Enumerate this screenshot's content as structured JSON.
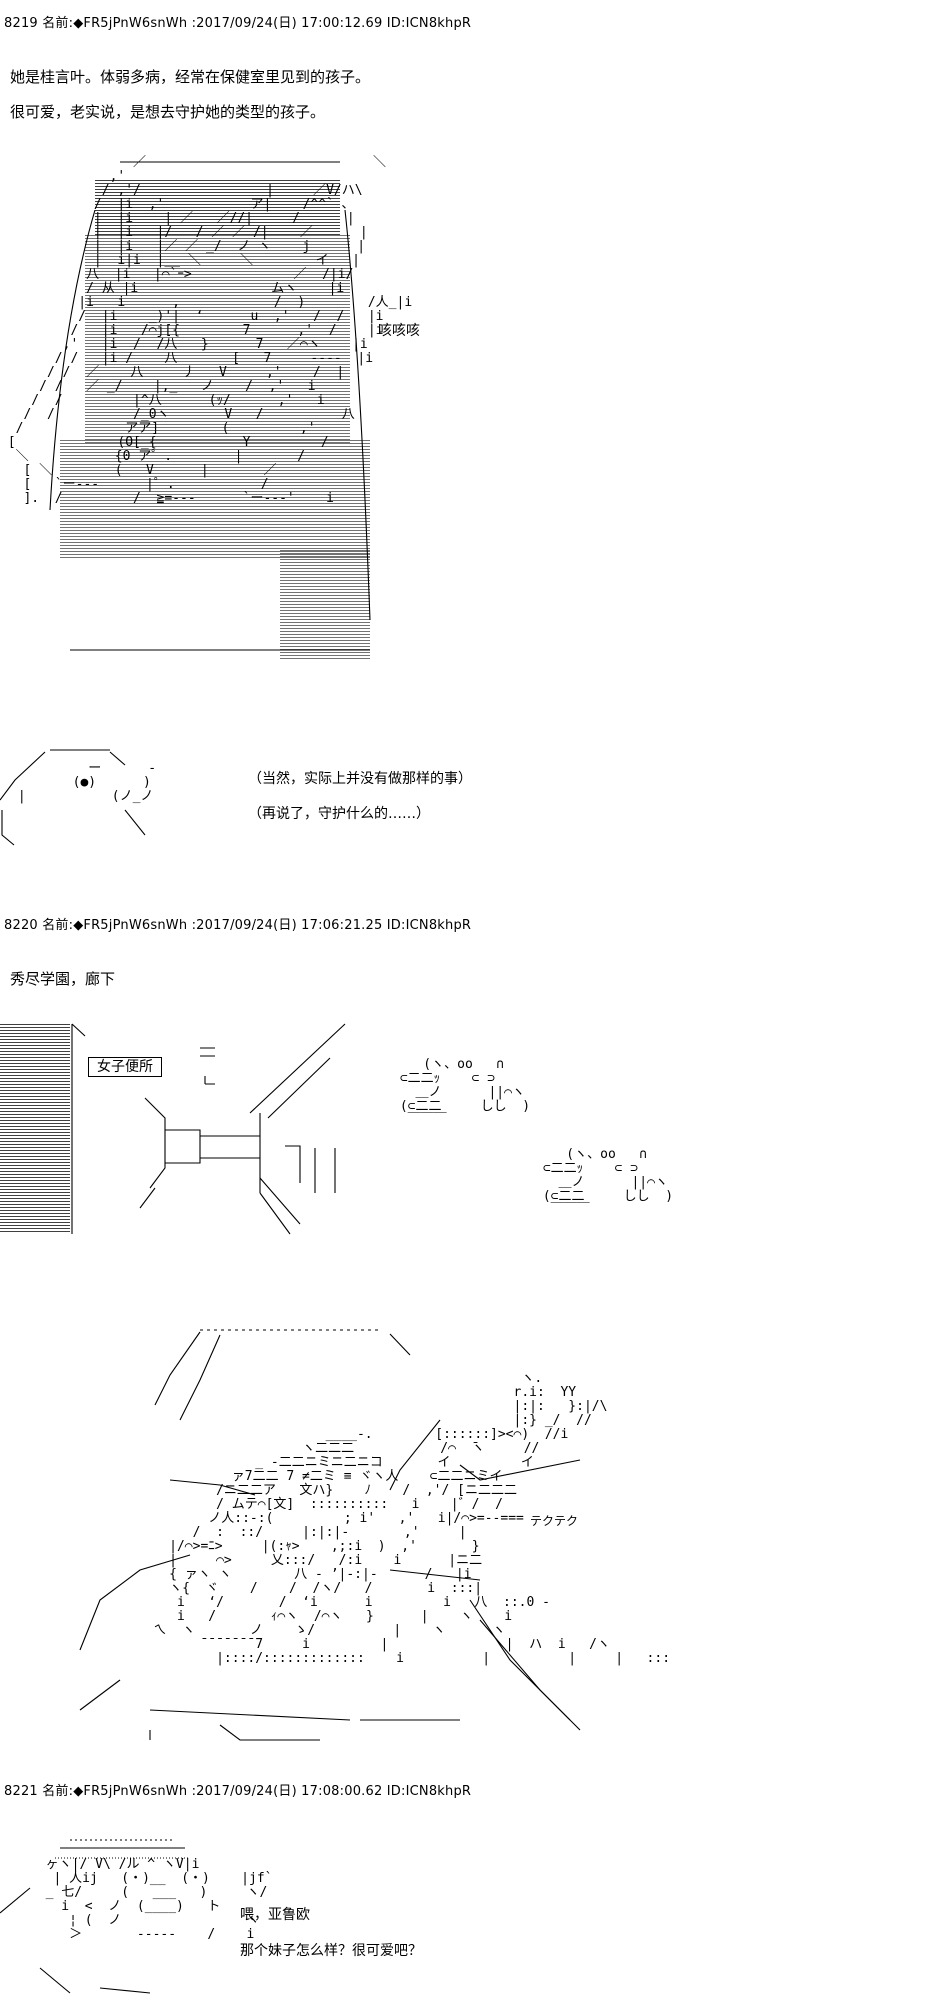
{
  "posts": [
    {
      "header": "8219 名前:◆FR5jPnW6snWh :2017/09/24(日) 17:00:12.69 ID:ICN8khpR",
      "lines": [
        "她是桂言叶。体弱多病，经常在保健室里见到的孩子。",
        "很可爱，老实说，是想去守护她的类型的孩子。"
      ],
      "sfx": "咳咳咳",
      "aside": [
        "（当然，实际上并没有做那样的事）",
        "（再说了，守护什么的……）"
      ]
    },
    {
      "header": "8220 名前:◆FR5jPnW6snWh :2017/09/24(日) 17:06:21.25 ID:ICN8khpR",
      "location": "秀尽学園，廊下",
      "sign": "女子便所",
      "sfx": "テクテク"
    },
    {
      "header": "8221 名前:◆FR5jPnW6snWh :2017/09/24(日) 17:08:00.62 ID:ICN8khpR",
      "lines": [
        "喂，亚鲁欧",
        "那个妹子怎么样？很可爱吧？"
      ]
    }
  ]
}
